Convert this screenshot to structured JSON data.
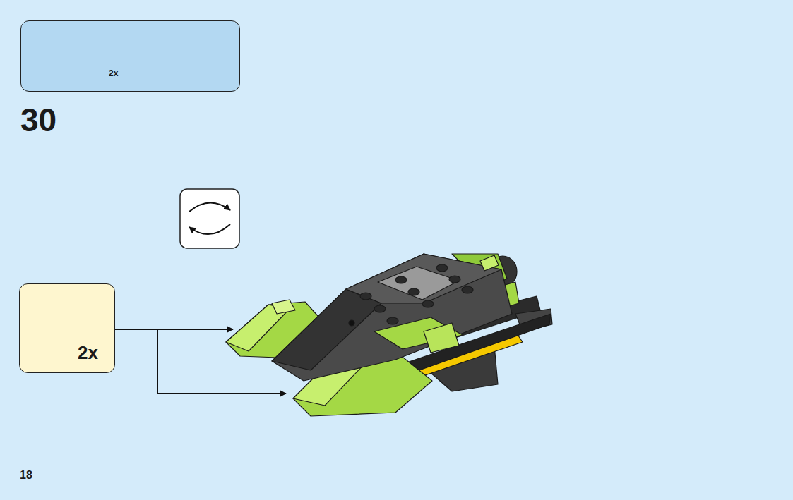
{
  "diagram": {
    "nodes": [
      {
        "text": [
          "2x"
        ]
      },
      {
        "text": [
          "2x"
        ]
      }
    ],
    "labels": [
      "30",
      "18"
    ]
  }
}
